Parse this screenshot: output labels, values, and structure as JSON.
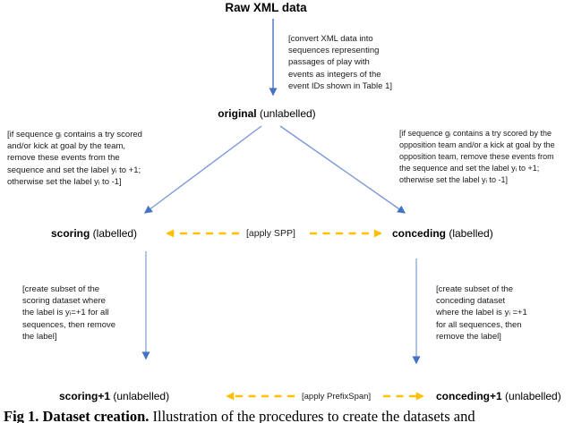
{
  "diagram": {
    "root_label": "Raw XML data",
    "convert_note": "[convert XML data into\nsequences representing\npassages of play with\nevents as integers of the\nevent IDs shown in Table 1]",
    "original": {
      "bold": "original",
      "rest": " (unlabelled)"
    },
    "left_branch_note": "[if sequence gᵢ contains a try scored\nand/or kick at goal by the team,\nremove these events from the\nsequence and set the label yᵢ to +1;\notherwise set the label yᵢ to -1]",
    "right_branch_note": "[if sequence gᵢ contains a try scored by the\nopposition team and/or a kick at goal by the\nopposition team, remove these events from\nthe sequence and set the label yᵢ to +1;\notherwise set the label yᵢ to -1]",
    "scoring": {
      "bold": "scoring",
      "rest": " (labelled)"
    },
    "apply_spp_label": "[apply SPP]",
    "conceding": {
      "bold": "conceding",
      "rest": " (labelled)"
    },
    "left_subset_note": "[create subset of the\nscoring dataset where\nthe label is yᵢ=+1 for all\nsequences, then remove\nthe label]",
    "right_subset_note": "[create subset of the\nconceding dataset\nwhere the label is yᵢ =+1\nfor all sequences, then\nremove the label]",
    "scoring_plus1": {
      "bold": "scoring+1",
      "rest": " (unlabelled)"
    },
    "apply_prefixspan_label": "[apply PrefixSpan]",
    "conceding_plus1": {
      "bold": "conceding+1",
      "rest": " (unlabelled)"
    }
  },
  "caption": {
    "bold": "Fig 1. Dataset creation.",
    "rest": " Illustration of the procedures to create the datasets and"
  },
  "colors": {
    "arrow_blue": "#4472C4",
    "arrow_blue_diagonal": "#7C99D6",
    "arrow_blue_light": "#9FB5DE",
    "arrow_yellow": "#FFC000"
  }
}
